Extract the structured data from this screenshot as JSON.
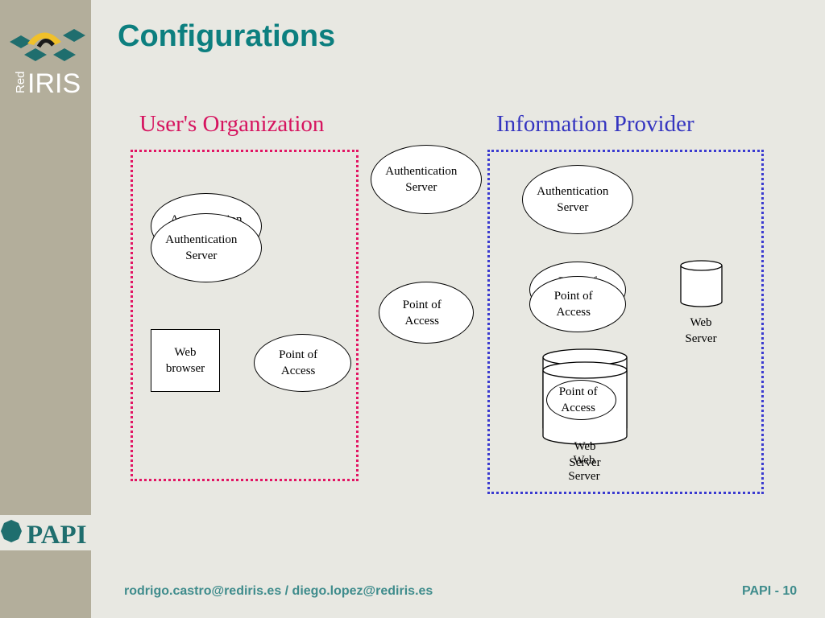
{
  "slide": {
    "title": "Configurations",
    "footer_email": "rodrigo.castro@rediris.es / diego.lopez@rediris.es",
    "footer_page": "PAPI - 10"
  },
  "logos": {
    "rediris_red": "Red",
    "rediris_iris": "IRIS",
    "papi": "PAPI"
  },
  "colors": {
    "title": "#0c7f7f",
    "sidebar": "#b3ae9b",
    "org_border": "#e21463",
    "org_label": "#d6145f",
    "provider_border": "#3a3ad0",
    "provider_label": "#3535c0",
    "footer": "#3f8c8c"
  },
  "diagram": {
    "org_label": "User's Organization",
    "provider_label": "Information Provider",
    "org_auth_back_line1": "Authentication",
    "org_auth_line1": "Authentication",
    "org_auth_line2": "Server",
    "web_browser_line1": "Web",
    "web_browser_line2": "browser",
    "org_poa_line1": "Point of",
    "org_poa_line2": "Access",
    "mid_auth_line1": "Authentication",
    "mid_auth_line2": "Server",
    "mid_poa_line1": "Point of",
    "mid_poa_line2": "Access",
    "prov_auth_line1": "Authentication",
    "prov_auth_line2": "Server",
    "prov_poa_back_line1": "Point of",
    "prov_poa_line1": "Point of",
    "prov_poa_line2": "Access",
    "web_server_line1": "Web",
    "web_server_line2": "Server",
    "stack_back_line1": "Web",
    "stack_back_line2": "Server",
    "stack_front_line1": "Web",
    "stack_front_line2": "Server",
    "stack_poa_line1": "Point of",
    "stack_poa_line2": "Access"
  }
}
